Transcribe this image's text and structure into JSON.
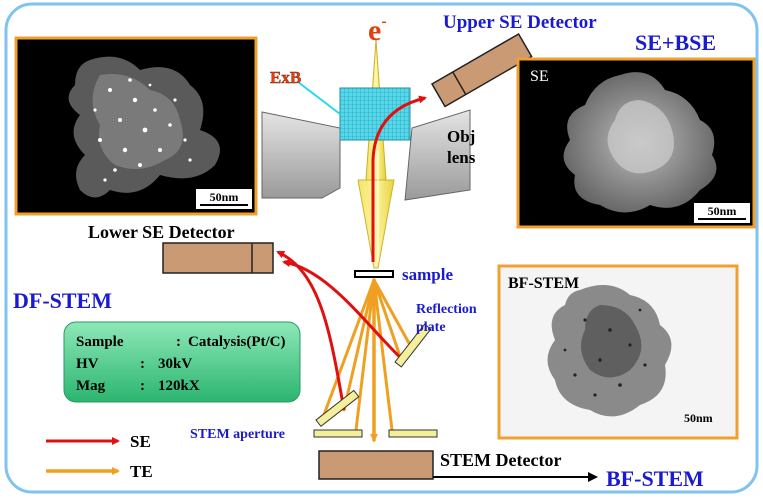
{
  "title_electron": "e",
  "title_electron_sup": "-",
  "exb_label": "ExB",
  "upper_se_detector": "Upper SE Detector",
  "se_bse_label": "SE+BSE",
  "obj_lens": [
    "Obj",
    "lens"
  ],
  "se_image_label": "SE",
  "scalebar_label": "50nm",
  "lower_se_detector": "Lower SE Detector",
  "sample_label": "sample",
  "df_stem_label": "DF-STEM",
  "bf_stem_image_label": "BF-STEM",
  "reflection_plate": [
    "Reflection",
    "plate"
  ],
  "info_box": {
    "lines": [
      {
        "key": "Sample",
        "sep": ":",
        "value": "Catalysis(Pt/C)"
      },
      {
        "key": "HV",
        "sep": ":",
        "value": "30kV"
      },
      {
        "key": "Mag",
        "sep": ":",
        "value": "120kX"
      }
    ]
  },
  "legend": [
    {
      "label": "SE",
      "color": "#e01010"
    },
    {
      "label": "TE",
      "color": "#f0a020"
    }
  ],
  "stem_aperture": "STEM aperture",
  "stem_detector": "STEM Detector",
  "bf_stem_output": "BF-STEM",
  "colors": {
    "frame": "#7fc3f0",
    "blue_text": "#1a1ad0",
    "orange_text": "#e04010",
    "image_border": "#f0a030",
    "detector": "#c99a74",
    "info_box": "#3dc98a"
  }
}
